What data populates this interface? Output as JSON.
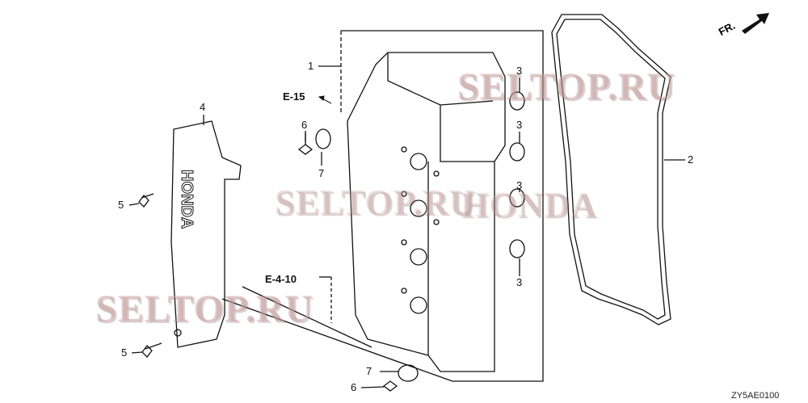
{
  "callouts": {
    "p1": "1",
    "p2": "2",
    "p3a": "3",
    "p3b": "3",
    "p3c": "3",
    "p3d": "3",
    "p4": "4",
    "p5a": "5",
    "p5b": "5",
    "p6a": "6",
    "p6b": "6",
    "p7a": "7",
    "p7b": "7"
  },
  "references": {
    "e15": "E-15",
    "e410": "E-4-10"
  },
  "direction": {
    "label": "FR.",
    "icon": "arrow-up-right-icon"
  },
  "cover_lettering": "HONDA",
  "watermarks": [
    "SELTOP.RU",
    "SELTOP.RU",
    "SELTOP.RU",
    "HONDA"
  ],
  "diagram_code": "ZY5AE0100"
}
